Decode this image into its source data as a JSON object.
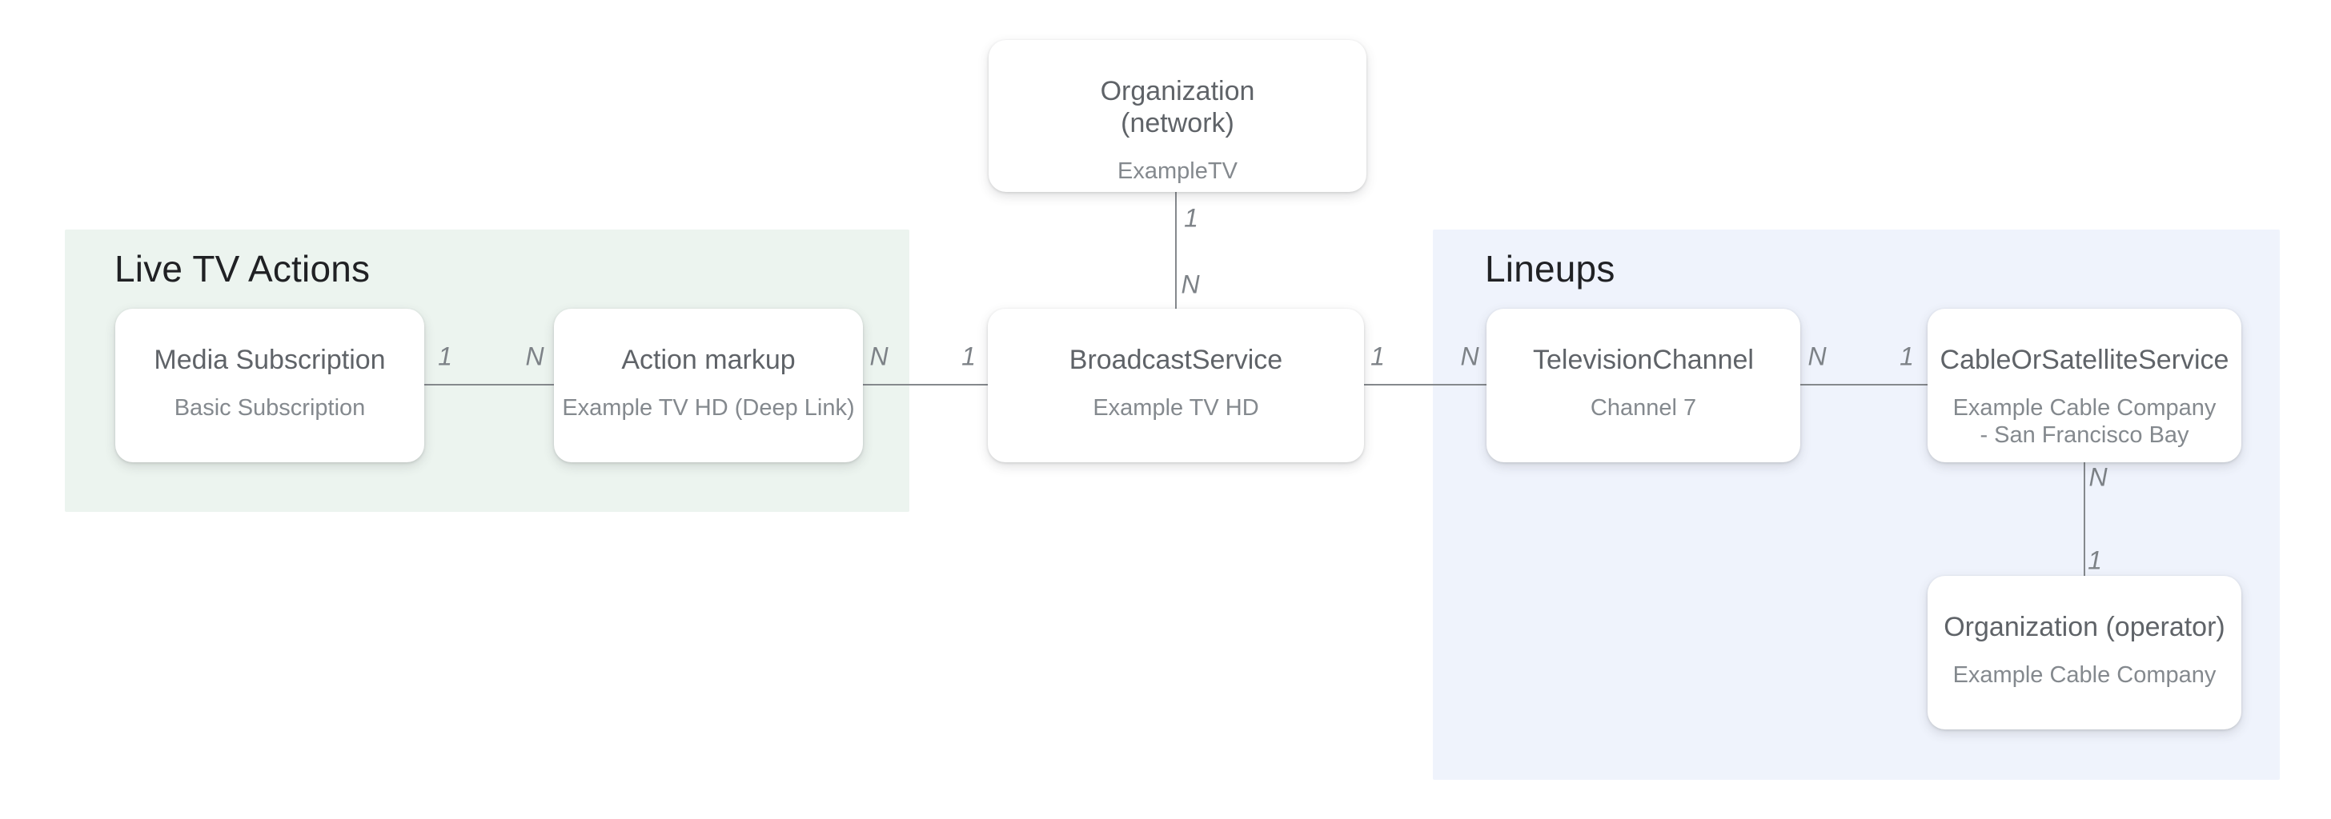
{
  "diagram": {
    "regions": {
      "live_tv_actions": {
        "label": "Live TV Actions",
        "bg_color": "#ecf4ef"
      },
      "lineups": {
        "label": "Lineups",
        "bg_color": "#eff3fc"
      }
    },
    "nodes": {
      "org_network": {
        "title_lines": [
          "Organization",
          "(network)"
        ],
        "subtitle": "ExampleTV"
      },
      "media_subscription": {
        "title": "Media Subscription",
        "subtitle": "Basic Subscription"
      },
      "action_markup": {
        "title": "Action markup",
        "subtitle": "Example TV HD (Deep Link)"
      },
      "broadcast_service": {
        "title": "BroadcastService",
        "subtitle": "Example TV HD"
      },
      "television_channel": {
        "title": "TelevisionChannel",
        "subtitle": "Channel 7"
      },
      "cable_or_satellite_service": {
        "title": "CableOrSatelliteService",
        "subtitle": "Example Cable Company - San Francisco Bay"
      },
      "org_operator": {
        "title": "Organization (operator)",
        "subtitle": "Example Cable Company"
      }
    },
    "edges": {
      "network_to_broadcast": {
        "near_network": "1",
        "near_broadcast": "N"
      },
      "mediasub_to_action": {
        "near_mediasub": "1",
        "near_action": "N"
      },
      "action_to_broadcast": {
        "near_action": "N",
        "near_broadcast": "1"
      },
      "broadcast_to_tv": {
        "near_broadcast": "1",
        "near_tv": "N"
      },
      "tv_to_cable": {
        "near_tv": "N",
        "near_cable": "1"
      },
      "cable_to_operator": {
        "near_cable": "N",
        "near_operator": "1"
      }
    },
    "colors": {
      "node_bg": "#ffffff",
      "node_title_text": "#5f6368",
      "node_subtitle_text": "#84898e",
      "heading_text": "#202124",
      "connector_line": "#85898d",
      "cardinality_text": "#7d8287"
    }
  }
}
